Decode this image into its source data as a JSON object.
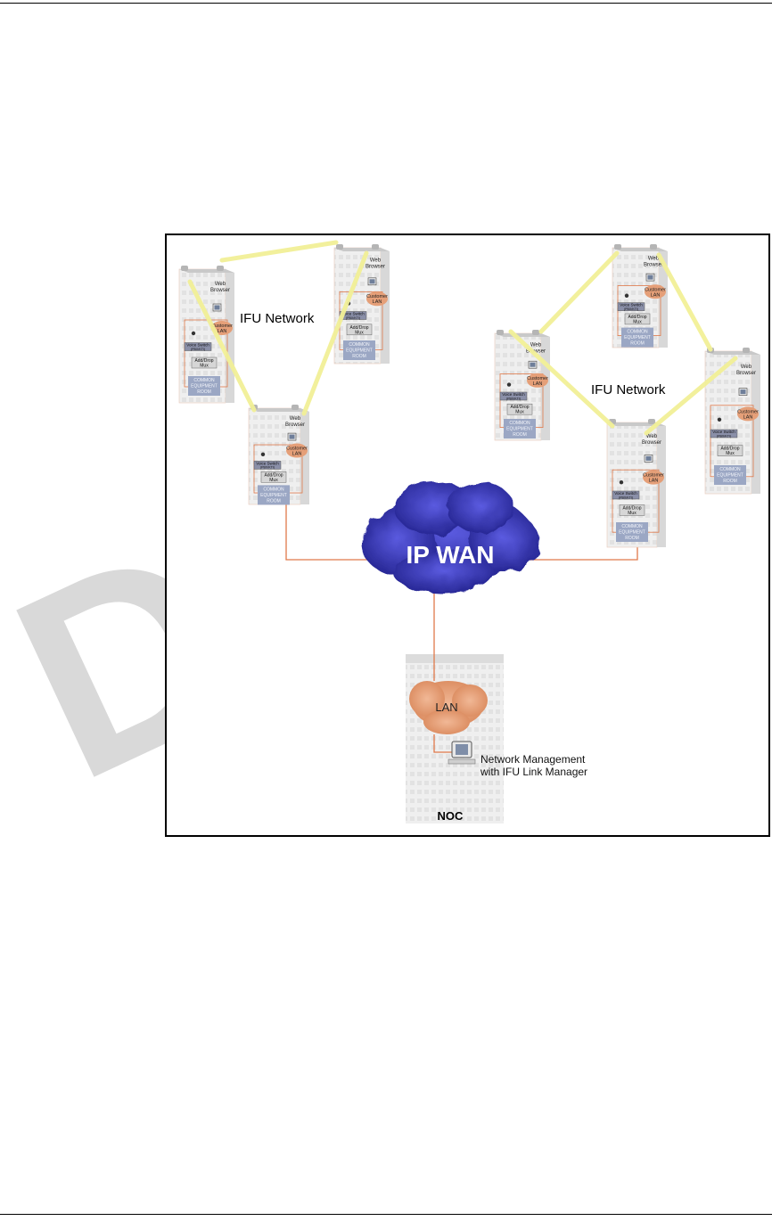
{
  "watermark": {
    "text": "D"
  },
  "diagram": {
    "network_label_left": "IFU Network",
    "network_label_right": "IFU Network",
    "wan_label": "IP WAN",
    "noc": {
      "title": "NOC",
      "lan_label": "LAN",
      "nms_line1": "Network Management",
      "nms_line2": "with IFU Link Manager"
    },
    "building_labels": {
      "web_browser_1": "Web",
      "web_browser_2": "Browser",
      "customer_lan_1": "Customer",
      "customer_lan_2": "LAN",
      "voice_switch_1": "Voice Switch",
      "voice_switch_2": "(PBX/KTI)",
      "mux_1": "Add/Drop",
      "mux_2": "Mux",
      "room_1": "COMMON",
      "room_2": "EQUIPMENT",
      "room_3": "ROOM"
    },
    "colors": {
      "wireless_link": "#f2f097",
      "wired_link": "#e0794a",
      "wan_cloud": "#2a2aa8",
      "lan_cloud": "#e59f78",
      "room_panel": "#9ba7c4"
    }
  }
}
